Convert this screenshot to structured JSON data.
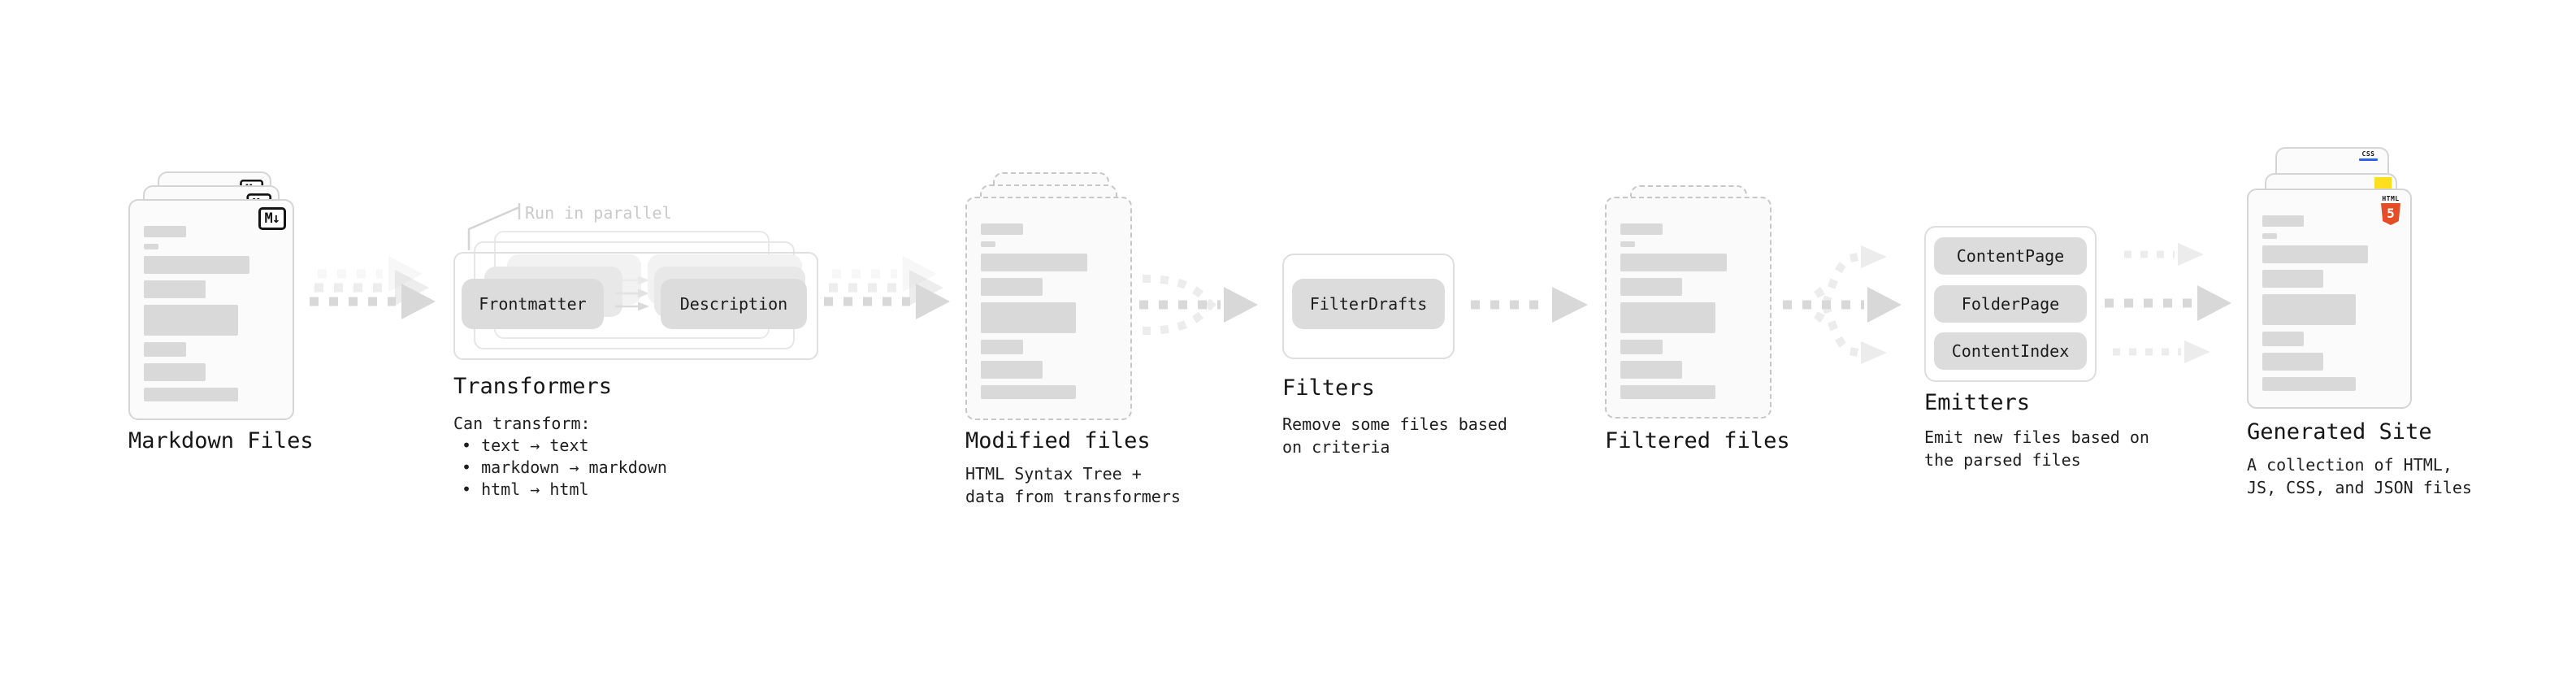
{
  "stages": {
    "markdown": {
      "title": "Markdown Files",
      "badge": "M↓"
    },
    "transformers": {
      "title": "Transformers",
      "annotation": "Run in parallel",
      "node_frontmatter": "Frontmatter",
      "node_description": "Description",
      "heading": "Can transform:",
      "bullets": [
        "• text → text",
        "• markdown → markdown",
        "• html → html"
      ]
    },
    "modified": {
      "title": "Modified files",
      "description": [
        "HTML Syntax Tree +",
        "data from transformers"
      ]
    },
    "filters": {
      "title": "Filters",
      "node": "FilterDrafts",
      "description": [
        "Remove some files based",
        "on criteria"
      ]
    },
    "filtered": {
      "title": "Filtered files"
    },
    "emitters": {
      "title": "Emitters",
      "nodes": [
        "ContentPage",
        "FolderPage",
        "ContentIndex"
      ],
      "description": [
        "Emit new files based on",
        "the parsed files"
      ]
    },
    "generated": {
      "title": "Generated Site",
      "description": [
        "A collection of HTML,",
        "JS, CSS, and JSON files"
      ],
      "badge_html": "HTML",
      "badge_html_number": "5",
      "badge_css": "CSS"
    }
  },
  "colors": {
    "text": "#1a1a1a",
    "annotation_muted": "#c9c9c9",
    "bar_fill": "#d9d9d9",
    "node_fill": "#dcdcdc",
    "arrow": "#d8d8d8",
    "arrow_light": "#ececec",
    "card_border": "#d5d5d5",
    "dashed_border": "#c7c7c7",
    "html5_orange": "#e44d26",
    "js_yellow": "#ffdf1e",
    "css_blue": "#2d63e8"
  }
}
